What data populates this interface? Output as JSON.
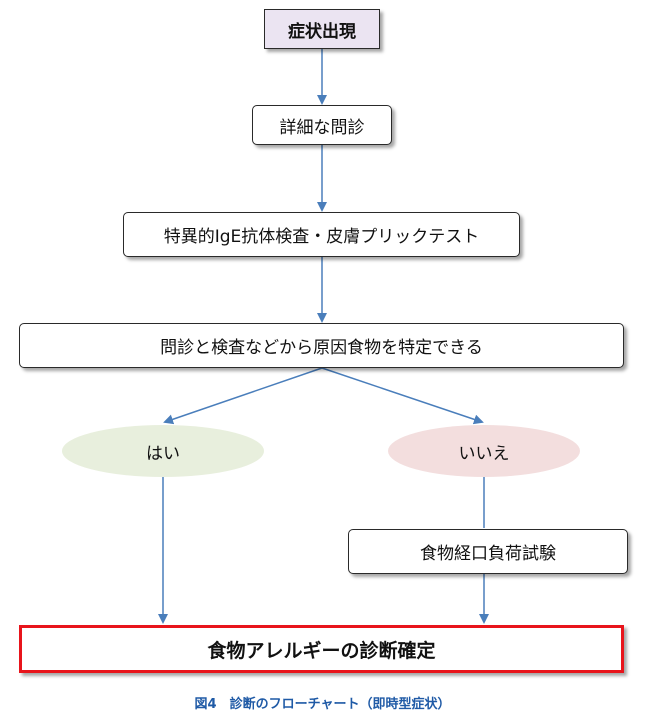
{
  "nodes": {
    "start": "症状出現",
    "interview": "詳細な問診",
    "test": "特異的IgE抗体検査・皮膚プリックテスト",
    "identify": "問診と検査などから原因食物を特定できる",
    "yes": "はい",
    "no": "いいえ",
    "ofc": "食物経口負荷試験",
    "final": "食物アレルギーの診断確定"
  },
  "caption": "図4　診断のフローチャート（即時型症状）",
  "colors": {
    "arrow": "#4a7ebb",
    "start_fill": "#ebe4f2",
    "yes_fill": "#e8efdd",
    "no_fill": "#f3dede",
    "final_border": "#e8141b",
    "caption": "#1f5aa6"
  }
}
